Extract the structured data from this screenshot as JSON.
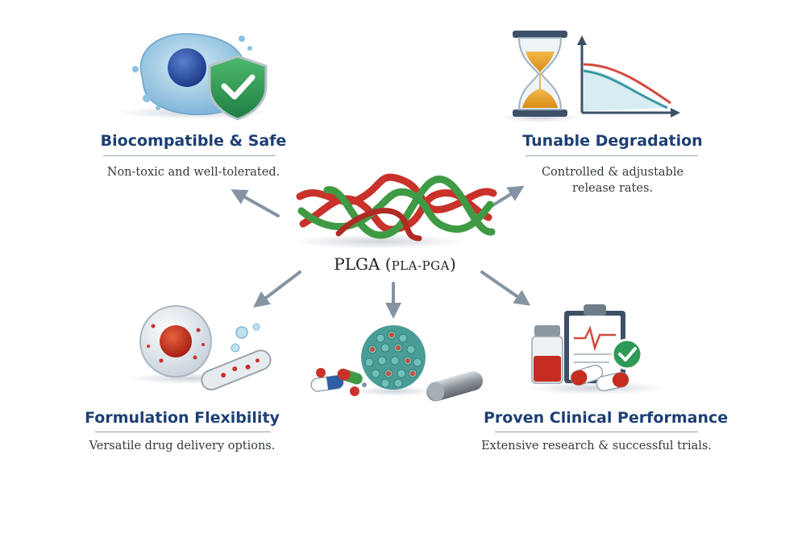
{
  "center": {
    "label_main": "PLGA (",
    "label_small": "PLA-PGA",
    "label_end": ")"
  },
  "features": [
    {
      "title": "Biocompatible & Safe",
      "description": "Non-toxic and well-tolerated."
    },
    {
      "title": "Tunable Degradation",
      "description_lines": [
        "Controlled & adjustable",
        "release rates."
      ]
    },
    {
      "title": "Formulation Flexibility",
      "description": "Versatile drug delivery options."
    },
    {
      "title": "Proven Clinical Performance",
      "description": "Extensive research & successful trials."
    }
  ],
  "colors": {
    "title_blue": "#1d3f73",
    "arrow_gray": "#8593a3",
    "polymer_red": "#c8322b",
    "polymer_green": "#3f9a45",
    "shield_green": "#2f9a55",
    "cell_blue": "#7fb6d8"
  },
  "icons": [
    "cell-icon",
    "shield-check-icon",
    "hourglass-icon",
    "release-curve-icon",
    "polymer-chain-icon",
    "microsphere-icon",
    "nanoparticle-icon",
    "pill-icon",
    "implant-rod-icon",
    "vial-icon",
    "clipboard-ecg-icon",
    "check-badge-icon"
  ]
}
